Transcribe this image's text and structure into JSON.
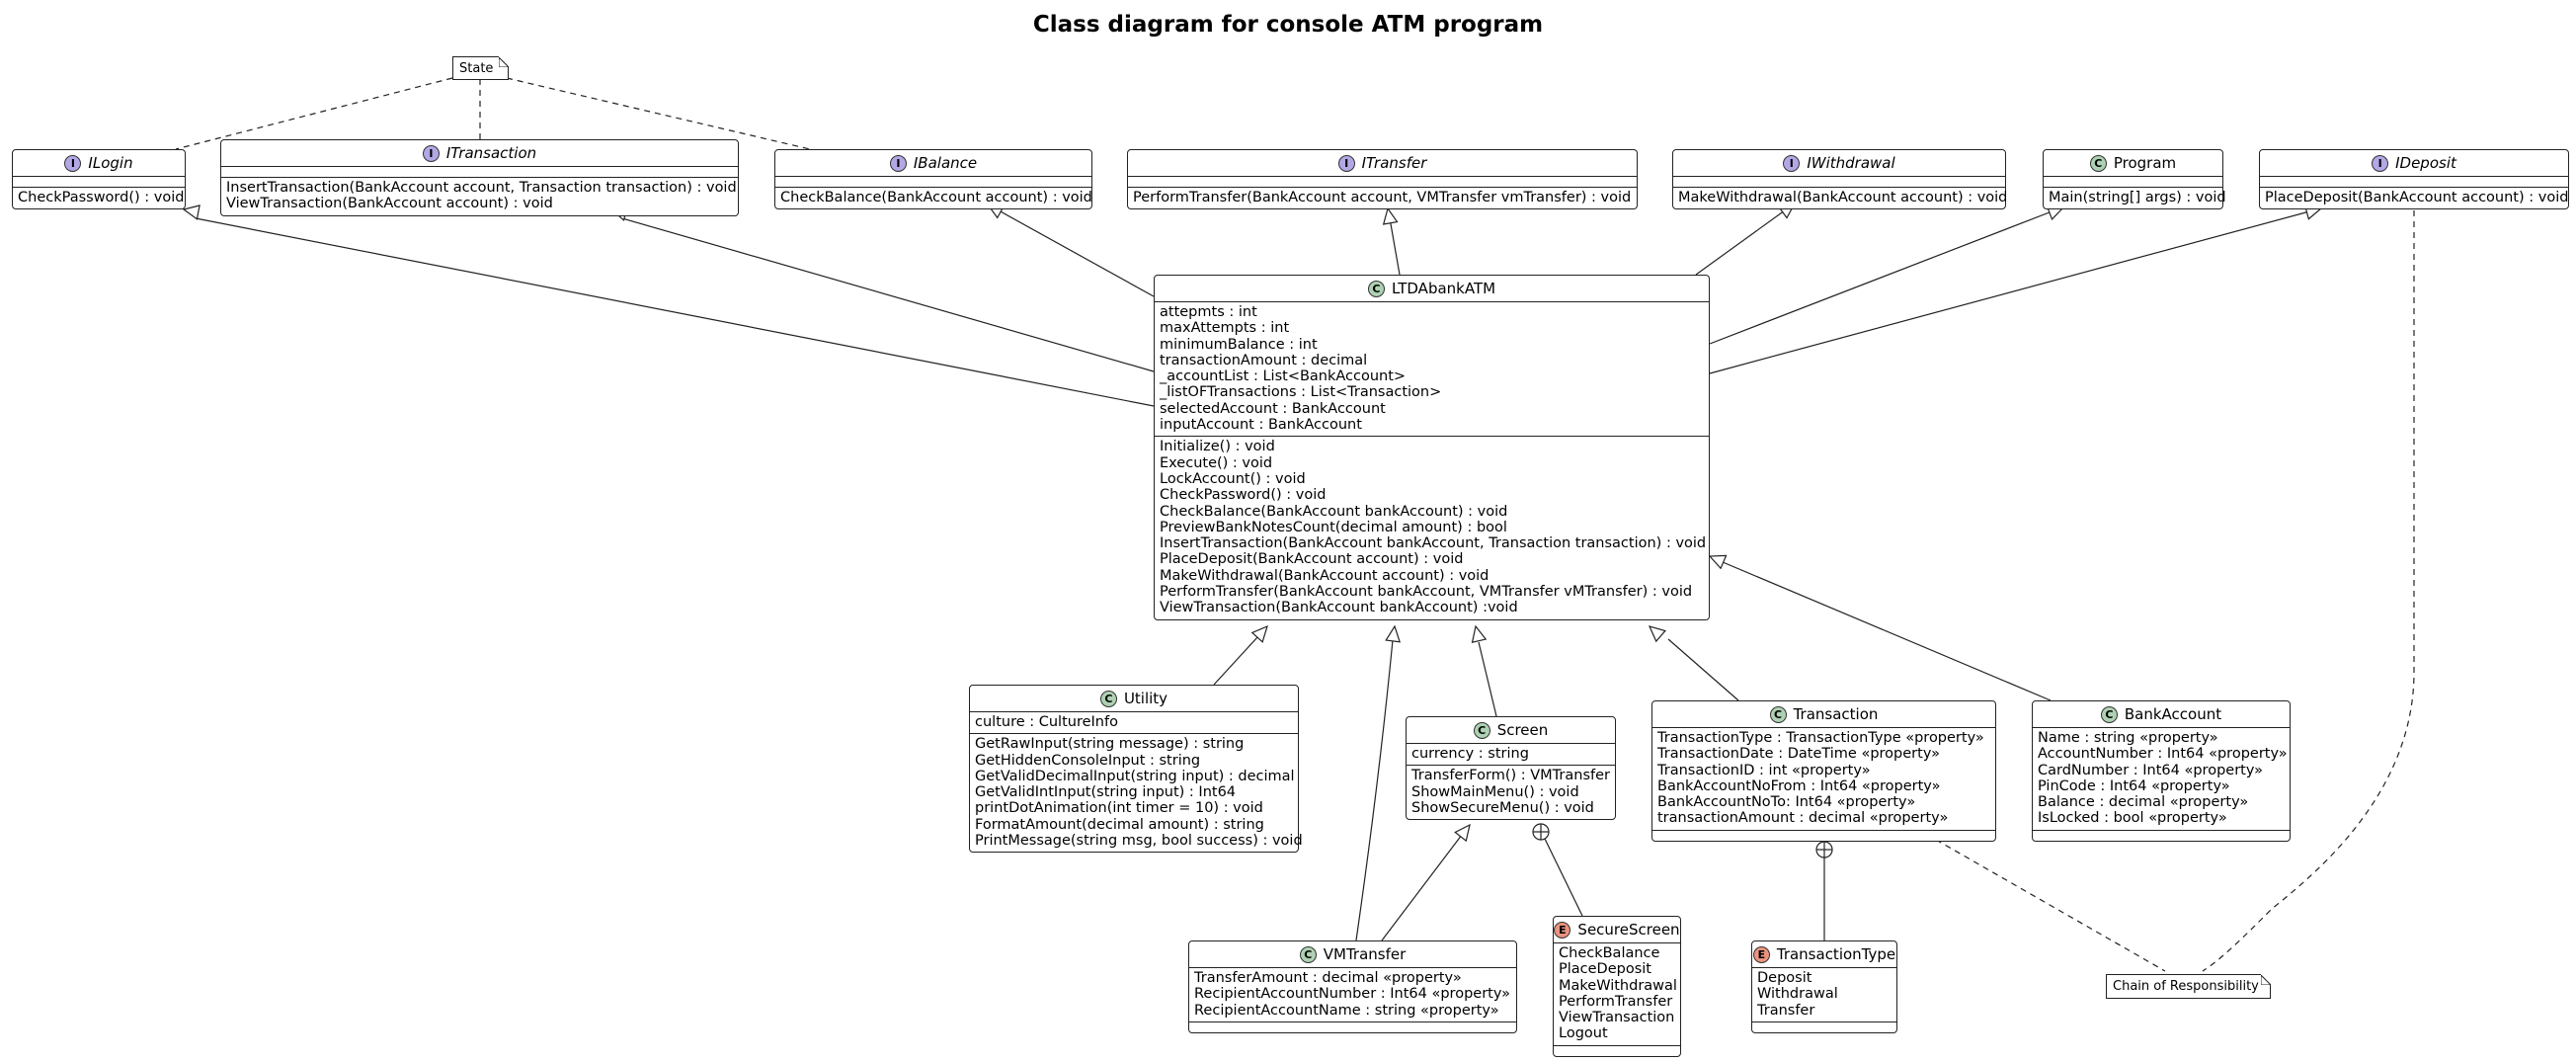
{
  "title": "Class diagram for console ATM program",
  "colors": {
    "interface_badge": "#b4a7e5",
    "class_badge": "#add1b2",
    "enum_badge": "#eb937f"
  },
  "notes": {
    "state": "State",
    "chain": "Chain of Responsibility"
  },
  "classes": {
    "ilogin": {
      "kind": "I",
      "name": "ILogin",
      "fields": [],
      "methods": [
        "CheckPassword() : void"
      ]
    },
    "itransaction": {
      "kind": "I",
      "name": "ITransaction",
      "fields": [],
      "methods": [
        "InsertTransaction(BankAccount account, Transaction transaction) : void",
        "ViewTransaction(BankAccount account) : void"
      ]
    },
    "ibalance": {
      "kind": "I",
      "name": "IBalance",
      "fields": [],
      "methods": [
        "CheckBalance(BankAccount account) : void"
      ]
    },
    "itransfer": {
      "kind": "I",
      "name": "ITransfer",
      "fields": [],
      "methods": [
        "PerformTransfer(BankAccount account, VMTransfer vmTransfer) : void"
      ]
    },
    "iwithdrawal": {
      "kind": "I",
      "name": "IWithdrawal",
      "fields": [],
      "methods": [
        "MakeWithdrawal(BankAccount account) : void"
      ]
    },
    "program": {
      "kind": "C",
      "name": "Program",
      "fields": [],
      "methods": [
        "Main(string[] args) : void"
      ]
    },
    "ideposit": {
      "kind": "I",
      "name": "IDeposit",
      "fields": [],
      "methods": [
        "PlaceDeposit(BankAccount account) : void"
      ]
    },
    "ltda": {
      "kind": "C",
      "name": "LTDAbankATM",
      "fields": [
        "attepmts : int",
        "maxAttempts : int",
        "minimumBalance : int",
        "transactionAmount : decimal",
        "_accountList : List<BankAccount>",
        "_listOFTransactions : List<Transaction>",
        "selectedAccount : BankAccount",
        "inputAccount : BankAccount"
      ],
      "methods": [
        "Initialize() : void",
        "Execute() : void",
        "LockAccount() : void",
        "CheckPassword() : void",
        "CheckBalance(BankAccount bankAccount) : void",
        "PreviewBankNotesCount(decimal amount) : bool",
        "InsertTransaction(BankAccount bankAccount, Transaction transaction) : void",
        "PlaceDeposit(BankAccount account) : void",
        "MakeWithdrawal(BankAccount account) : void",
        "PerformTransfer(BankAccount bankAccount, VMTransfer vMTransfer) : void",
        "ViewTransaction(BankAccount bankAccount) :void"
      ]
    },
    "utility": {
      "kind": "C",
      "name": "Utility",
      "fields": [
        "culture : CultureInfo"
      ],
      "methods": [
        "GetRawInput(string message) : string",
        "GetHiddenConsoleInput : string",
        "GetValidDecimalInput(string input) : decimal",
        "GetValidIntInput(string input) : Int64",
        "printDotAnimation(int timer = 10) : void",
        "FormatAmount(decimal amount) : string",
        "PrintMessage(string msg, bool success) : void"
      ]
    },
    "screen": {
      "kind": "C",
      "name": "Screen",
      "fields": [
        "currency : string"
      ],
      "methods": [
        "TransferForm() : VMTransfer",
        "ShowMainMenu() : void",
        "ShowSecureMenu() : void"
      ]
    },
    "transaction": {
      "kind": "C",
      "name": "Transaction",
      "fields": [
        "TransactionType : TransactionType «property»",
        "TransactionDate : DateTime «property»",
        "TransactionID : int «property»",
        "BankAccountNoFrom : Int64 «property»",
        "BankAccountNoTo: Int64 «property»",
        "transactionAmount : decimal «property»"
      ],
      "methods": []
    },
    "bankaccount": {
      "kind": "C",
      "name": "BankAccount",
      "fields": [
        "Name : string «property»",
        "AccountNumber : Int64 «property»",
        "CardNumber : Int64 «property»",
        "PinCode : Int64 «property»",
        "Balance : decimal «property»",
        "IsLocked : bool «property»"
      ],
      "methods": []
    },
    "vmtransfer": {
      "kind": "C",
      "name": "VMTransfer",
      "fields": [
        "TransferAmount : decimal «property»",
        "RecipientAccountNumber : Int64 «property»",
        "RecipientAccountName : string «property»"
      ],
      "methods": []
    },
    "securescreen": {
      "kind": "E",
      "name": "SecureScreen",
      "fields": [
        "CheckBalance",
        "PlaceDeposit",
        "MakeWithdrawal",
        "PerformTransfer",
        "ViewTransaction",
        "Logout"
      ],
      "methods": []
    },
    "transactiontype": {
      "kind": "E",
      "name": "TransactionType",
      "fields": [
        "Deposit",
        "Withdrawal",
        "Transfer"
      ],
      "methods": []
    }
  }
}
